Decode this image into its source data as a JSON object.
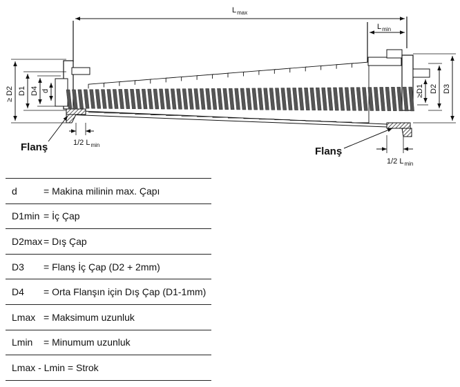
{
  "diagram": {
    "labels": {
      "lmax": "L",
      "lmax_sub": "max",
      "lmin": "L",
      "lmin_sub": "min",
      "half_lmin_left": "1/2 L",
      "half_lmin_left_sub": "min",
      "half_lmin_right": "1/2 L",
      "half_lmin_right_sub": "min",
      "flans_left": "Flanş",
      "flans_right": "Flanş",
      "left_d2": "≥ D2",
      "left_d1": "D1",
      "left_d4": "D4",
      "left_d": "d",
      "right_d1": "≥D1",
      "right_d2": "D2",
      "right_d3": "D3"
    },
    "colors": {
      "line": "#111111",
      "spring": "#555555",
      "body": "#ffffff"
    }
  },
  "legend": [
    {
      "key": "d",
      "text": "= Makina milinin max. Çapı"
    },
    {
      "key": "D1min",
      "text": "= İç Çap"
    },
    {
      "key": "D2max",
      "text": "= Dış Çap"
    },
    {
      "key": "D3",
      "text": "= Flanş İç Çap (D2 + 2mm)"
    },
    {
      "key": "D4",
      "text": "= Orta Flanşın için Dış Çap (D1-1mm)"
    },
    {
      "key": "Lmax",
      "text": "= Maksimum uzunluk"
    },
    {
      "key": "Lmin",
      "text": "= Minumum uzunluk"
    },
    {
      "key": "Lmax - Lmin",
      "text": "= Strok"
    }
  ]
}
